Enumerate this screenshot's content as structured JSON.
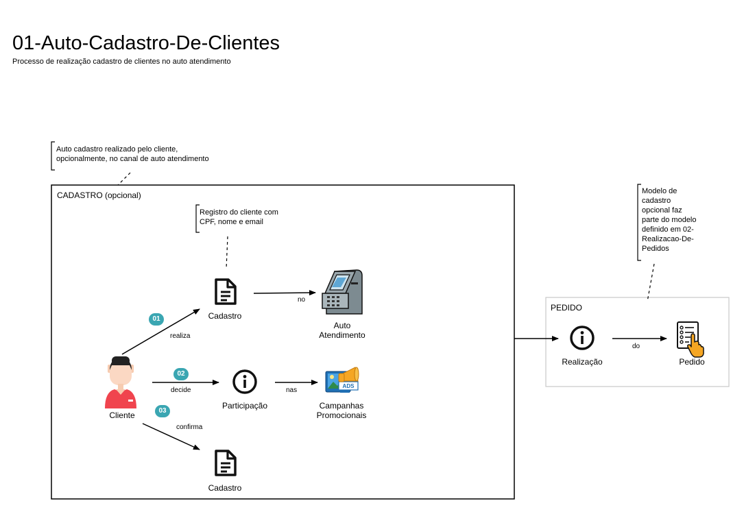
{
  "header": {
    "title": "01-Auto-Cadastro-De-Clientes",
    "subtitle": "Processo de realização cadastro de clientes no auto atendimento"
  },
  "notes": {
    "auto_cadastro": [
      "Auto cadastro realizado pelo cliente,",
      "opcionalmente, no canal de auto atendimento"
    ],
    "registro": [
      "Registro do cliente com",
      "CPF, nome e email"
    ],
    "modelo": [
      "Modelo de",
      "cadastro",
      "opcional faz",
      "parte do modelo",
      "definido em 02-",
      "Realizacao-De-",
      "Pedidos"
    ]
  },
  "frames": {
    "cadastro": "CADASTRO (opcional)",
    "pedido": "PEDIDO"
  },
  "nodes": {
    "cliente": "Cliente",
    "cadastro_top": "Cadastro",
    "auto_atendimento": [
      "Auto",
      "Atendimento"
    ],
    "participacao": "Participação",
    "campanhas": [
      "Campanhas",
      "Promocionais"
    ],
    "cadastro_bottom": "Cadastro",
    "realizacao": "Realização",
    "pedido": "Pedido"
  },
  "edges": {
    "realiza": "realiza",
    "no": "no",
    "decide": "decide",
    "nas": "nas",
    "confirma": "confirma",
    "do": "do"
  },
  "badges": {
    "b1": "01",
    "b2": "02",
    "b3": "03"
  },
  "icons": {
    "cliente": "person-icon",
    "cadastro": "document-icon",
    "atm": "atm-icon",
    "info": "info-icon",
    "campaign": "megaphone-ads-icon",
    "pedido": "checklist-hand-icon"
  },
  "colors": {
    "badge": "#3aa6b2",
    "pedido_frame": "#c8c8c8",
    "cliente_shirt": "#f0444e"
  }
}
